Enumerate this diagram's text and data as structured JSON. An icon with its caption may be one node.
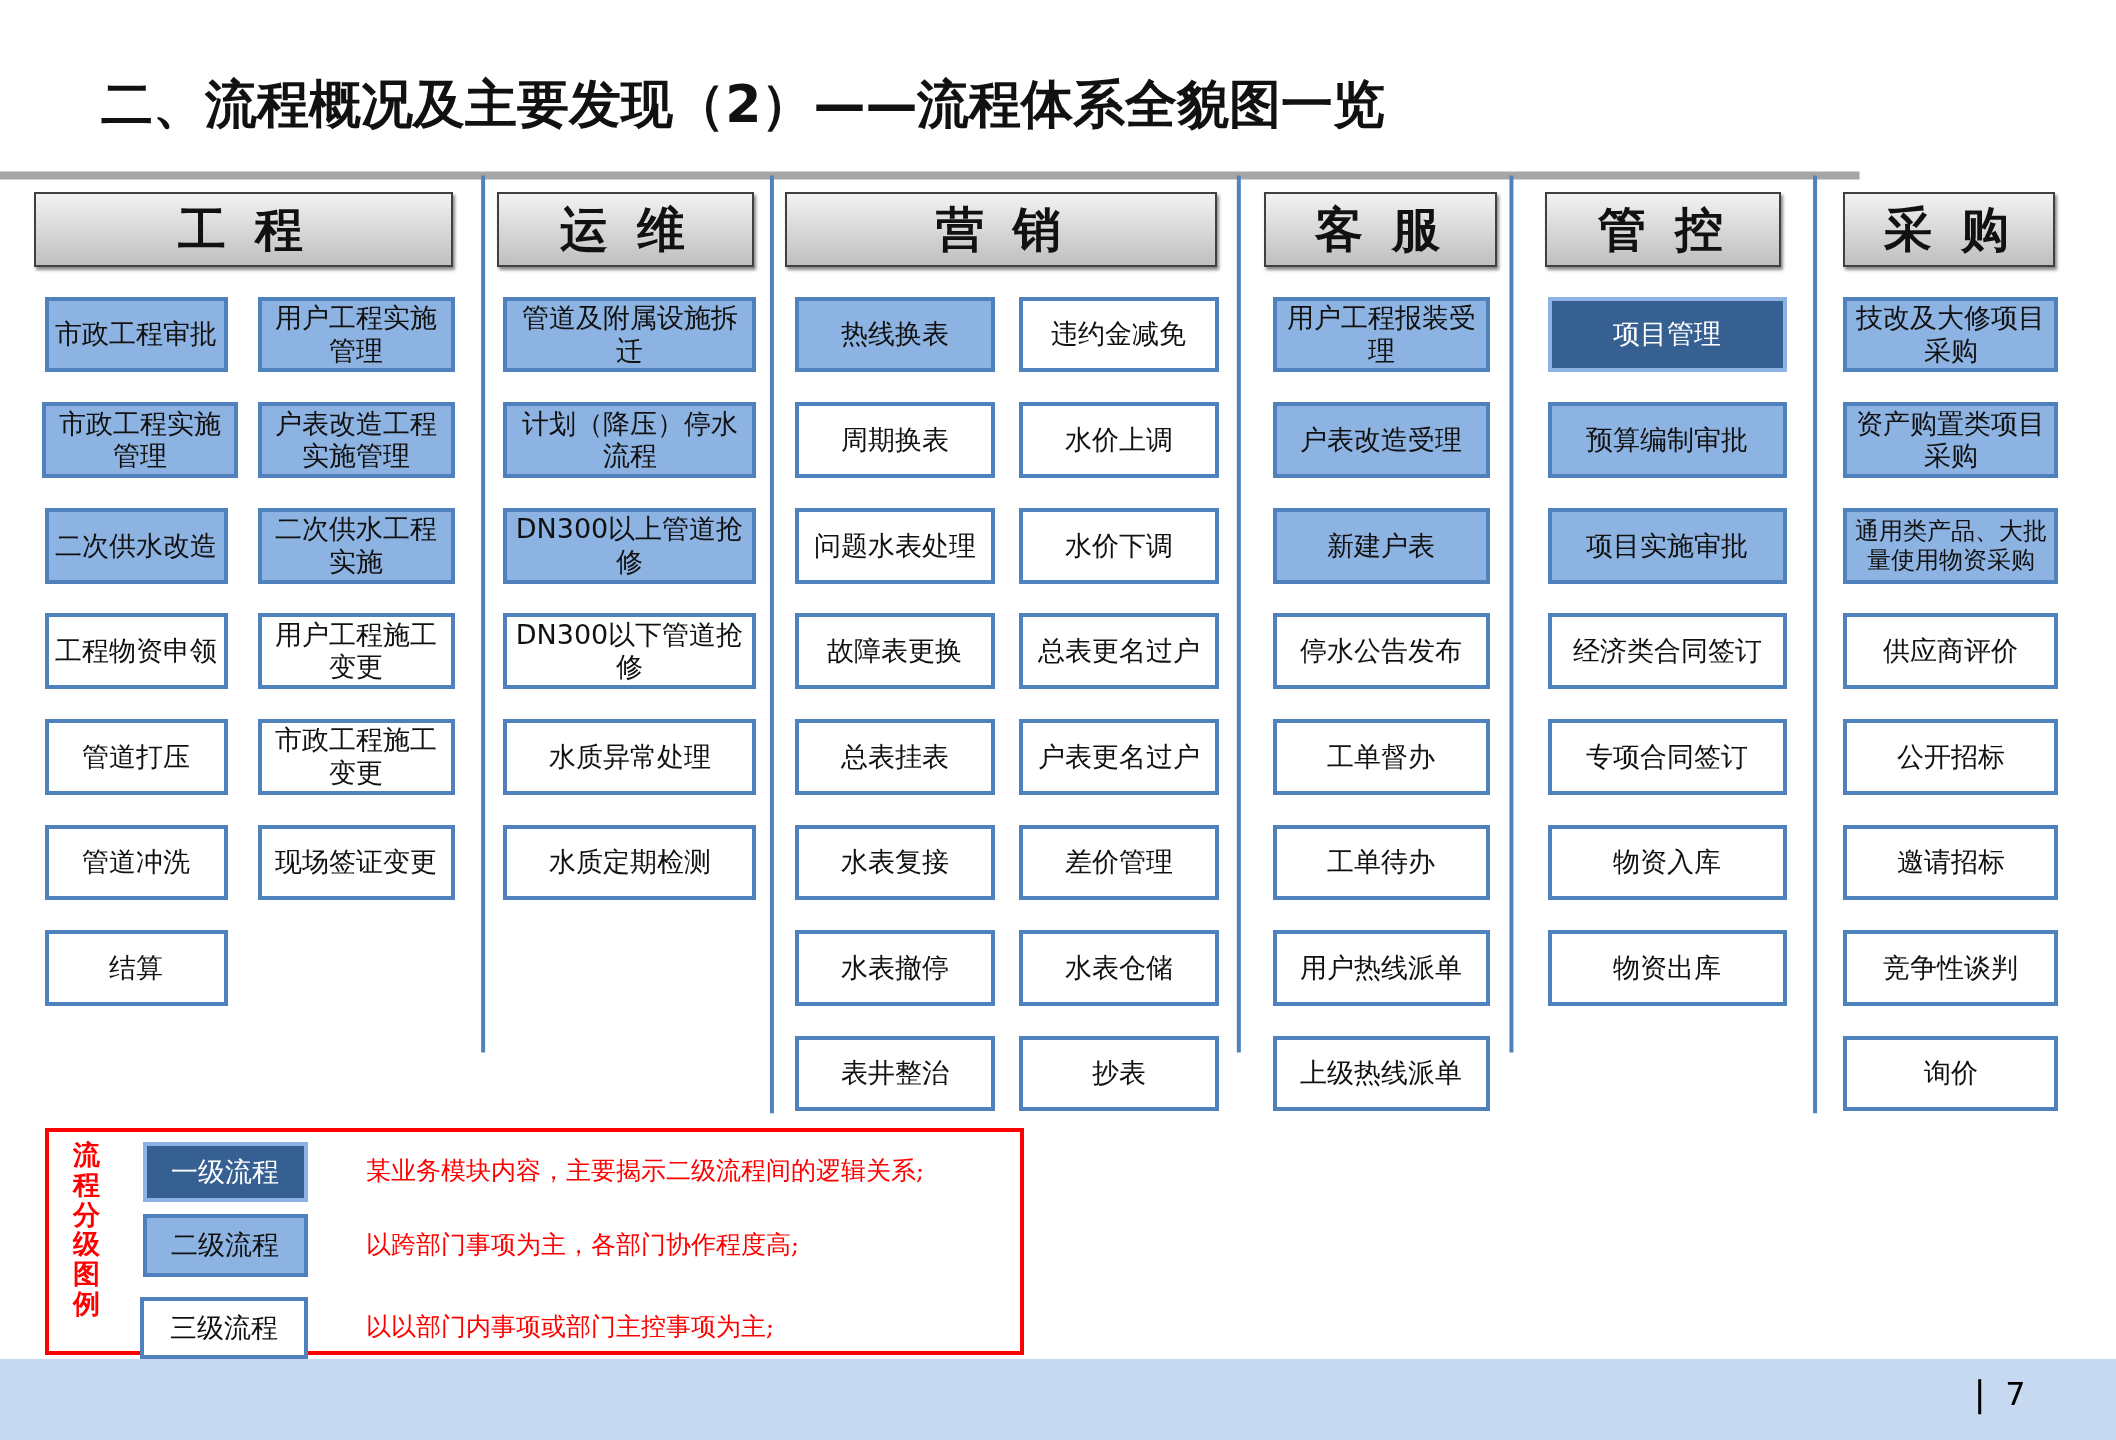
{
  "diagram": {
    "title": "二、流程概况及主要发现（2）——流程体系全貌图一览",
    "nodes": [
      {
        "text": [
          "工程"
        ]
      },
      {
        "text": [
          "市政工程审批"
        ]
      },
      {
        "text": [
          "用户工程实施管理"
        ]
      },
      {
        "text": [
          "市政工程实施管理"
        ]
      },
      {
        "text": [
          "户表改造工程实施管理"
        ]
      },
      {
        "text": [
          "二次供水改造"
        ]
      },
      {
        "text": [
          "二次供水工程实施"
        ]
      },
      {
        "text": [
          "工程物资申领"
        ]
      },
      {
        "text": [
          "用户工程施工变更"
        ]
      },
      {
        "text": [
          "管道打压"
        ]
      },
      {
        "text": [
          "市政工程施工变更"
        ]
      },
      {
        "text": [
          "管道冲洗"
        ]
      },
      {
        "text": [
          "现场签证变更"
        ]
      },
      {
        "text": [
          "结算"
        ]
      },
      {
        "text": [
          "运维"
        ]
      },
      {
        "text": [
          "管道及附属设施拆迁"
        ]
      },
      {
        "text": [
          "计划（降压）停水流程"
        ]
      },
      {
        "text": [
          "DN300以上管道抢修"
        ]
      },
      {
        "text": [
          "DN300以下管道抢修"
        ]
      },
      {
        "text": [
          "水质异常处理"
        ]
      },
      {
        "text": [
          "水质定期检测"
        ]
      },
      {
        "text": [
          "营销"
        ]
      },
      {
        "text": [
          "热线换表"
        ]
      },
      {
        "text": [
          "违约金减免"
        ]
      },
      {
        "text": [
          "周期换表"
        ]
      },
      {
        "text": [
          "水价上调"
        ]
      },
      {
        "text": [
          "问题水表处理"
        ]
      },
      {
        "text": [
          "水价下调"
        ]
      },
      {
        "text": [
          "故障表更换"
        ]
      },
      {
        "text": [
          "总表更名过户"
        ]
      },
      {
        "text": [
          "总表挂表"
        ]
      },
      {
        "text": [
          "户表更名过户"
        ]
      },
      {
        "text": [
          "水表复接"
        ]
      },
      {
        "text": [
          "差价管理"
        ]
      },
      {
        "text": [
          "水表撤停"
        ]
      },
      {
        "text": [
          "水表仓储"
        ]
      },
      {
        "text": [
          "表井整治"
        ]
      },
      {
        "text": [
          "抄表"
        ]
      },
      {
        "text": [
          "客服"
        ]
      },
      {
        "text": [
          "用户工程报装受理"
        ]
      },
      {
        "text": [
          "户表改造受理"
        ]
      },
      {
        "text": [
          "新建户表"
        ]
      },
      {
        "text": [
          "停水公告发布"
        ]
      },
      {
        "text": [
          "工单督办"
        ]
      },
      {
        "text": [
          "工单待办"
        ]
      },
      {
        "text": [
          "用户热线派单"
        ]
      },
      {
        "text": [
          "上级热线派单"
        ]
      },
      {
        "text": [
          "管控"
        ]
      },
      {
        "text": [
          "项目管理"
        ]
      },
      {
        "text": [
          "预算编制审批"
        ]
      },
      {
        "text": [
          "项目实施审批"
        ]
      },
      {
        "text": [
          "经济类合同签订"
        ]
      },
      {
        "text": [
          "专项合同签订"
        ]
      },
      {
        "text": [
          "物资入库"
        ]
      },
      {
        "text": [
          "物资出库"
        ]
      },
      {
        "text": [
          "采购"
        ]
      },
      {
        "text": [
          "技改及大修项目采购"
        ]
      },
      {
        "text": [
          "资产购置类项目采购"
        ]
      },
      {
        "text": [
          "通用类产品、大批量使用物资采购"
        ]
      },
      {
        "text": [
          "供应商评价"
        ]
      },
      {
        "text": [
          "公开招标"
        ]
      },
      {
        "text": [
          "邀请招标"
        ]
      },
      {
        "text": [
          "竞争性谈判"
        ]
      },
      {
        "text": [
          "询价"
        ]
      },
      {
        "text": [
          "流程分级图例"
        ]
      },
      {
        "text": [
          "一级流程"
        ],
        "in": 64,
        "beside": [
          "某业务模块内容，主要揭示二级流程间的逻辑关系;"
        ]
      },
      {
        "text": [
          "二级流程"
        ],
        "in": 64,
        "beside": [
          "以跨部门事项为主，各部门协作程度高;"
        ]
      },
      {
        "text": [
          "三级流程"
        ],
        "in": 64,
        "beside": [
          "以以部门内事项或部门主控事项为主;"
        ]
      }
    ],
    "labels": [
      "7"
    ]
  }
}
